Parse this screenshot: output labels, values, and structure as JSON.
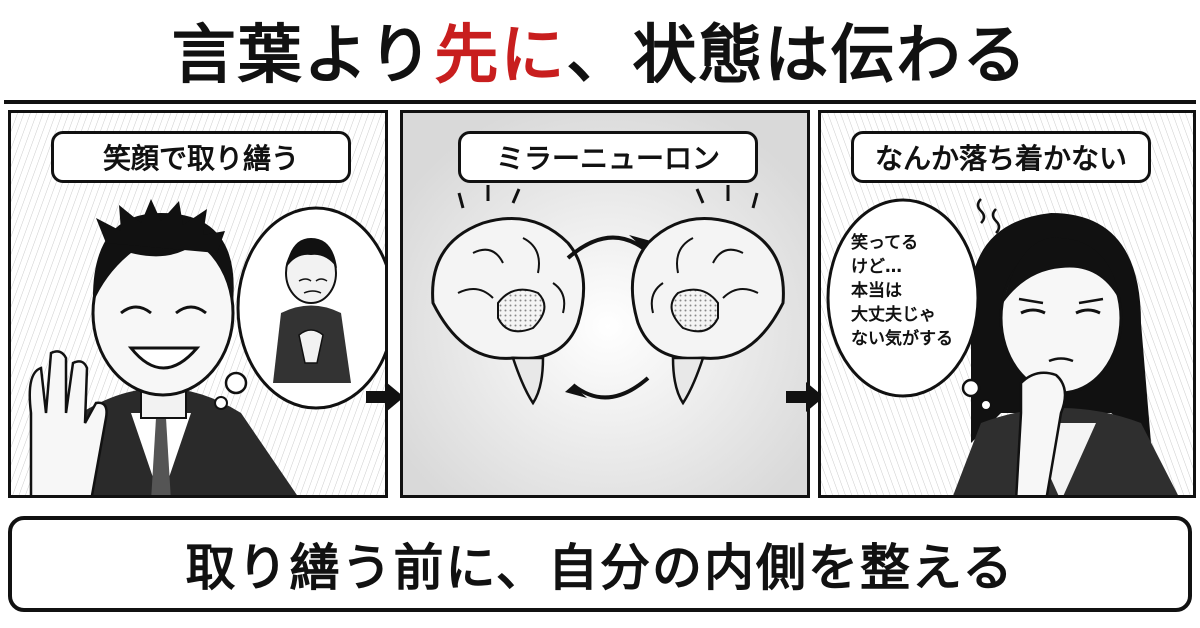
{
  "title": {
    "part1": "言葉より",
    "accent": "先に",
    "part2": "、状態は伝わる",
    "accent_color": "#c81e1e"
  },
  "panels": [
    {
      "label": "笑顔で取り繕う",
      "icons": [
        "smiling-man-icon",
        "thought-bubble-icon",
        "distressed-man-icon"
      ]
    },
    {
      "label": "ミラーニューロン",
      "icons": [
        "brain-left-icon",
        "brain-right-icon",
        "cycle-arrow-icon"
      ]
    },
    {
      "label": "なんか落ち着かない",
      "bubble": "笑ってる\nけど…\n本当は\n大丈夫じゃ\nない気がする",
      "icons": [
        "worried-woman-icon",
        "speech-bubble-icon"
      ]
    }
  ],
  "arrows": [
    "arrow-right-icon",
    "arrow-right-icon"
  ],
  "footer": {
    "message": "取り繕う前に、自分の内側を整える"
  }
}
